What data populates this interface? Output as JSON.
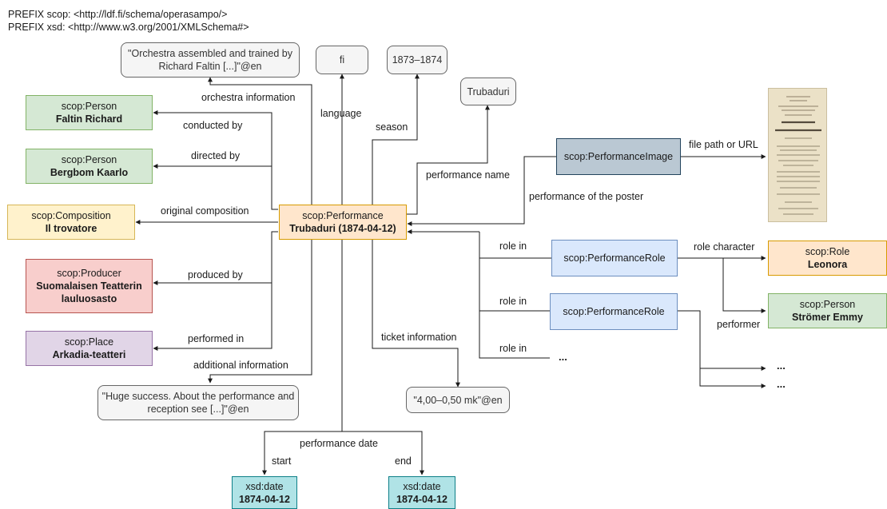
{
  "prefixes": [
    "PREFIX scop: <http://ldf.fi/schema/operasampo/>",
    "PREFIX xsd: <http://www.w3.org/2001/XMLSchema#>"
  ],
  "nodes": {
    "orchestra_literal": "\"Orchestra assembled and trained by Richard Faltin [...]\"@en",
    "language_literal": "fi",
    "season_literal": "1873–1874",
    "name_literal": "Trubaduri",
    "person1": {
      "type": "scop:Person",
      "name": "Faltin Richard"
    },
    "person2": {
      "type": "scop:Person",
      "name": "Bergbom Kaarlo"
    },
    "composition": {
      "type": "scop:Composition",
      "name": "Il trovatore"
    },
    "performance": {
      "type": "scop:Performance",
      "name": "Trubaduri (1874-04-12)"
    },
    "image": {
      "type": "scop:PerformanceImage"
    },
    "producer": {
      "type": "scop:Producer",
      "name": "Suomalaisen Teatterin lauluosasto"
    },
    "place": {
      "type": "scop:Place",
      "name": "Arkadia-teatteri"
    },
    "role1": {
      "type": "scop:PerformanceRole"
    },
    "role2": {
      "type": "scop:PerformanceRole"
    },
    "role_char": {
      "type": "scop:Role",
      "name": "Leonora"
    },
    "performer": {
      "type": "scop:Person",
      "name": "Strömer Emmy"
    },
    "additional_literal": "\"Huge success. About the performance and reception see [...]\"@en",
    "ticket_literal": "\"4,00–0,50 mk\"@en",
    "date_start": {
      "type": "xsd:date",
      "value": "1874-04-12"
    },
    "date_end": {
      "type": "xsd:date",
      "value": "1874-04-12"
    }
  },
  "edges": {
    "orchestra_information": "orchestra information",
    "language": "language",
    "season": "season",
    "conducted_by": "conducted by",
    "directed_by": "directed by",
    "performance_name": "performance name",
    "file_path": "file path or URL",
    "performance_of_poster": "performance of the poster",
    "original_composition": "original composition",
    "role_in_1": "role in",
    "role_in_2": "role in",
    "role_in_3": "role in",
    "role_character": "role character",
    "performer": "performer",
    "produced_by": "produced by",
    "performed_in": "performed in",
    "ticket_information": "ticket information",
    "additional_information": "additional information",
    "performance_date": "performance date",
    "start": "start",
    "end": "end"
  },
  "ellipses": [
    "...",
    "...",
    "..."
  ]
}
